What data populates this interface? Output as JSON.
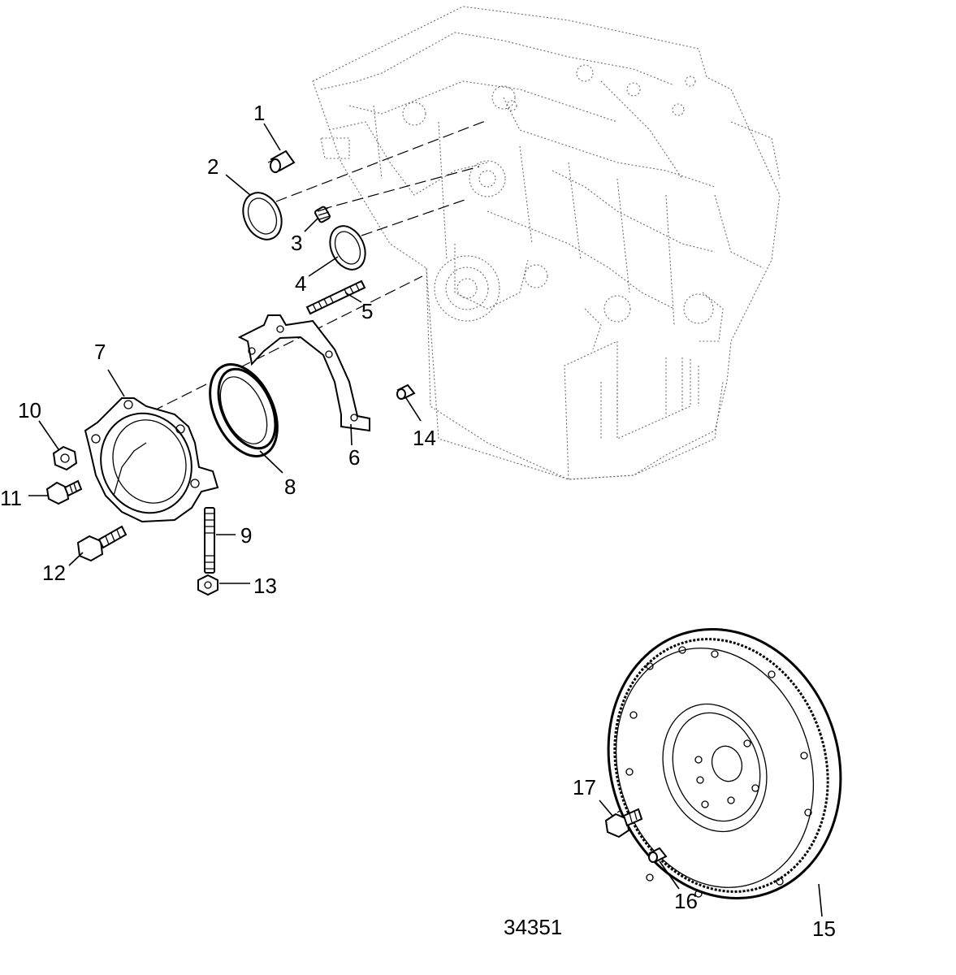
{
  "callouts": {
    "c1": "1",
    "c2": "2",
    "c3": "3",
    "c4": "4",
    "c5": "5",
    "c6": "6",
    "c7": "7",
    "c8": "8",
    "c9": "9",
    "c10": "10",
    "c11": "11",
    "c12": "12",
    "c13": "13",
    "c14": "14",
    "c15": "15",
    "c16": "16",
    "c17": "17"
  },
  "figure_number": "34351"
}
